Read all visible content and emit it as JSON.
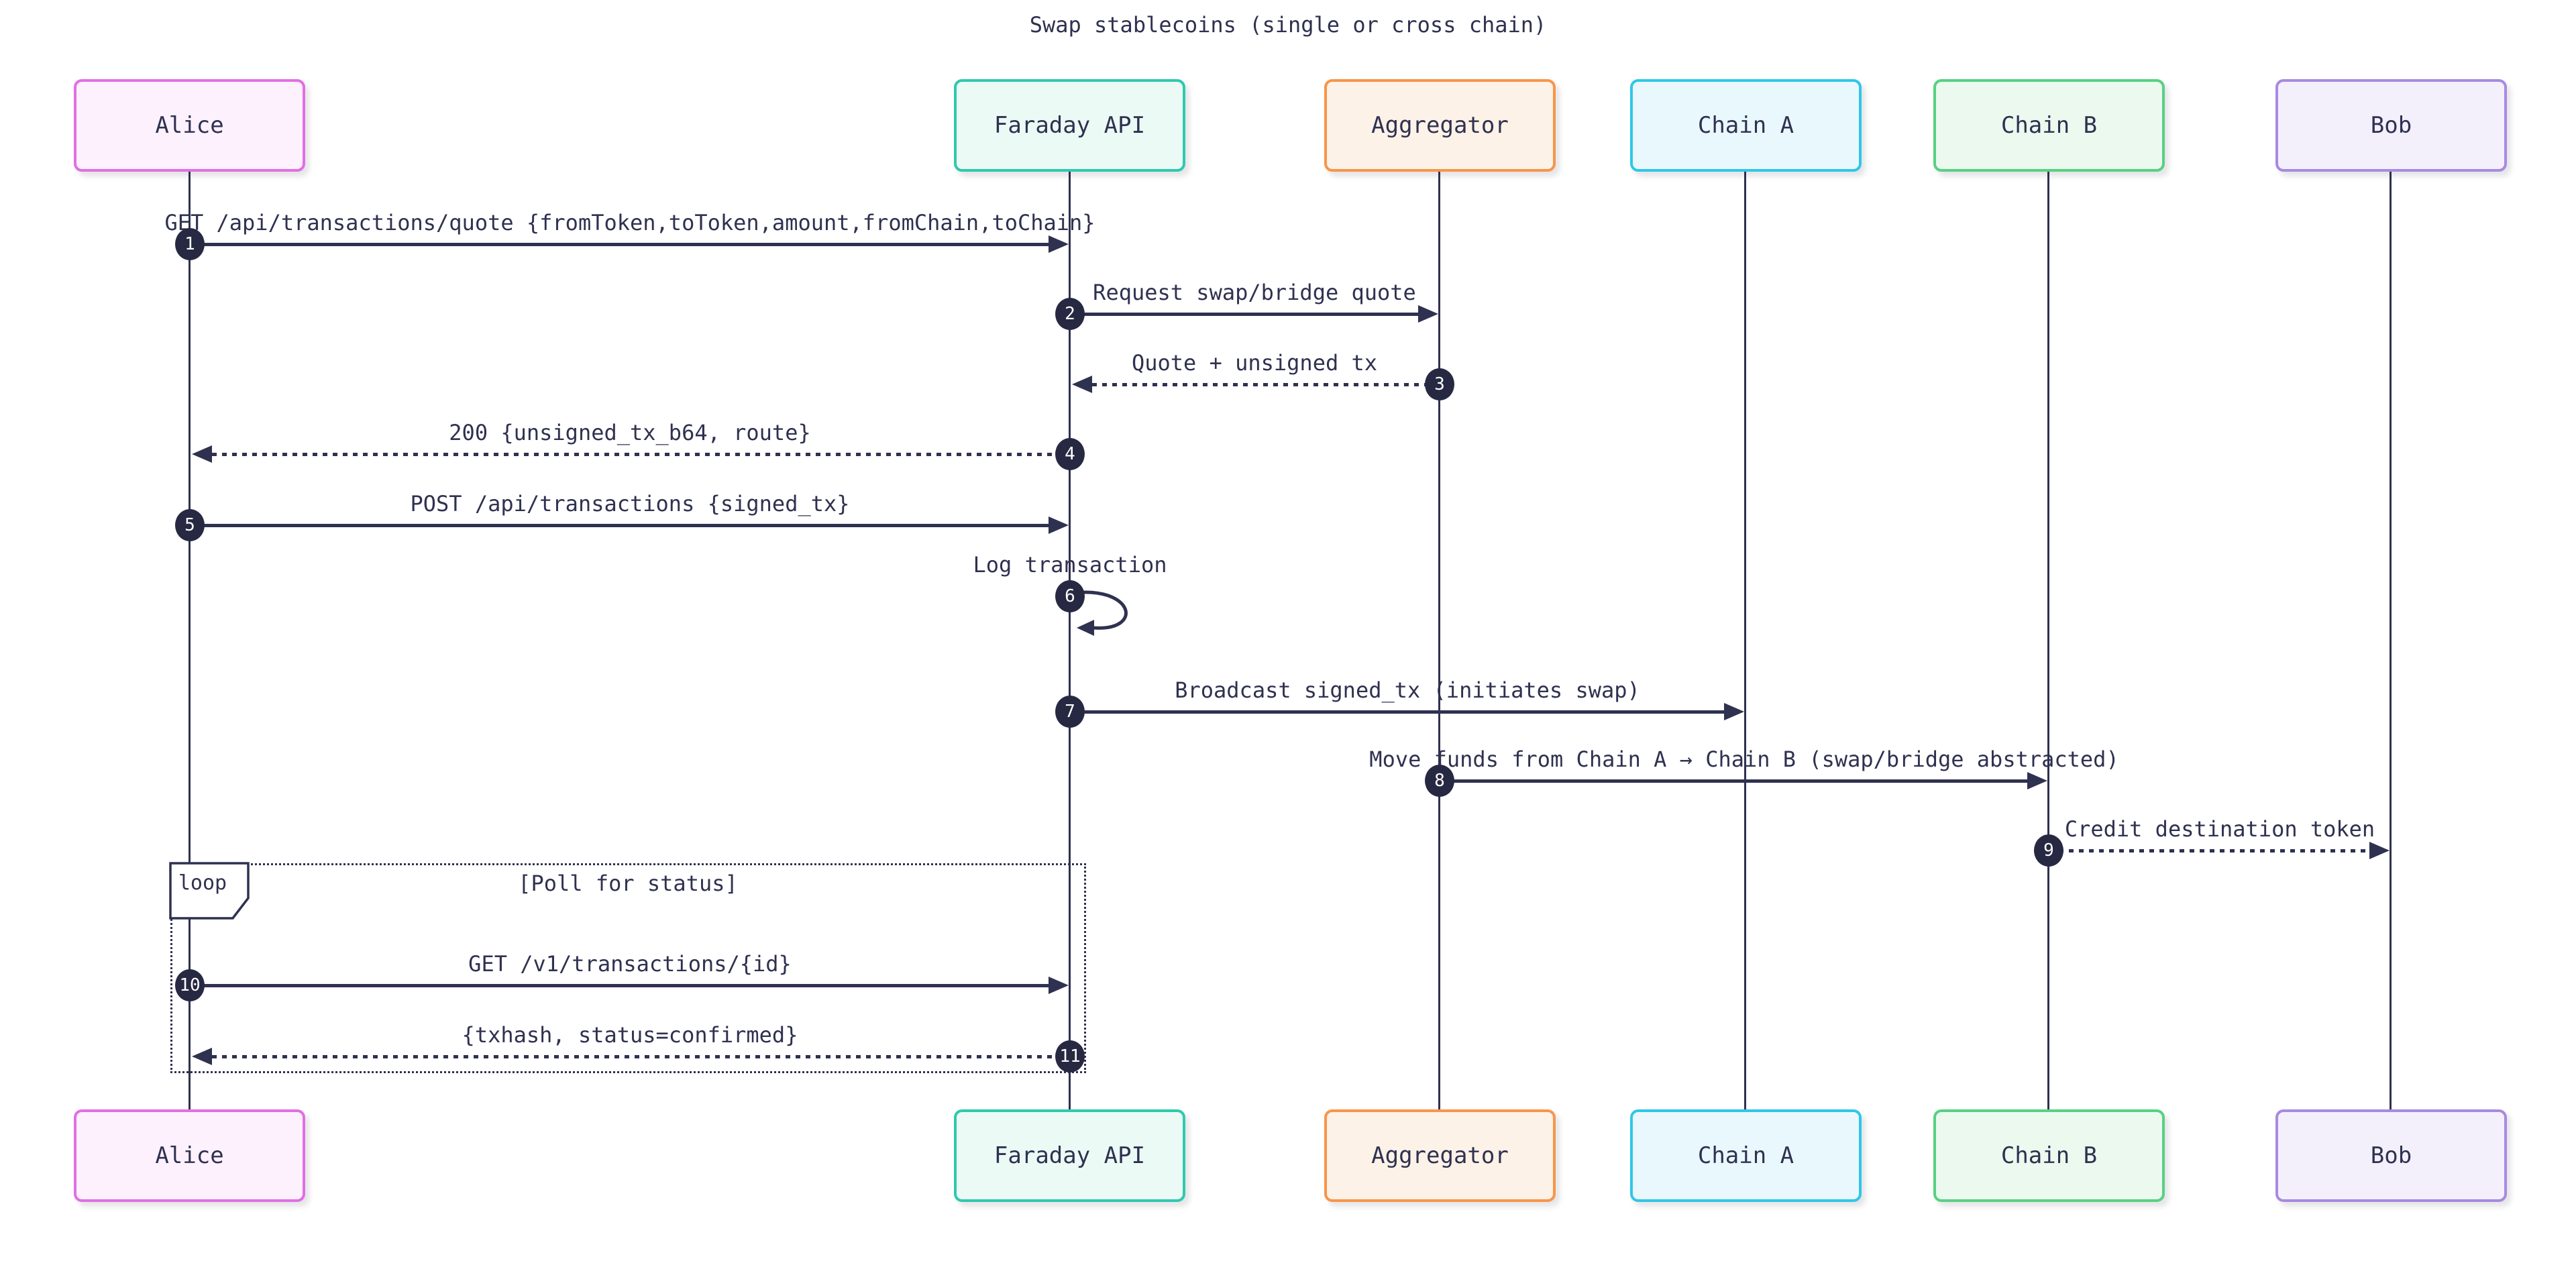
{
  "diagram": {
    "type": "sequence",
    "title": "Swap stablecoins (single or cross chain)"
  },
  "actors": [
    {
      "id": "alice",
      "label": "Alice",
      "fill": "#fdf1fd",
      "border": "#e26ee4"
    },
    {
      "id": "faraday-api",
      "label": "Faraday API",
      "fill": "#ebfaf5",
      "border": "#2fc9ae"
    },
    {
      "id": "aggregator",
      "label": "Aggregator",
      "fill": "#fdf2e7",
      "border": "#f8954a"
    },
    {
      "id": "chain-a",
      "label": "Chain A",
      "fill": "#e9f8fd",
      "border": "#2fc7e8"
    },
    {
      "id": "chain-b",
      "label": "Chain B",
      "fill": "#ebf9ef",
      "border": "#57d182"
    },
    {
      "id": "bob",
      "label": "Bob",
      "fill": "#f3f0fc",
      "border": "#a78ae2"
    }
  ],
  "messages": [
    {
      "num": "1",
      "text": "GET /api/transactions/quote {fromToken,toToken,amount,fromChain,toChain}",
      "from": "Alice",
      "to": "Faraday API",
      "line": "solid"
    },
    {
      "num": "2",
      "text": "Request swap/bridge quote",
      "from": "Faraday API",
      "to": "Aggregator",
      "line": "solid"
    },
    {
      "num": "3",
      "text": "Quote + unsigned tx",
      "from": "Aggregator",
      "to": "Faraday API",
      "line": "dotted"
    },
    {
      "num": "4",
      "text": "200 {unsigned_tx_b64, route}",
      "from": "Faraday API",
      "to": "Alice",
      "line": "dotted"
    },
    {
      "num": "5",
      "text": "POST /api/transactions {signed_tx}",
      "from": "Alice",
      "to": "Faraday API",
      "line": "solid"
    },
    {
      "num": "6",
      "text": "Log transaction",
      "from": "Faraday API",
      "to": "Faraday API",
      "line": "self"
    },
    {
      "num": "7",
      "text": "Broadcast signed_tx (initiates swap)",
      "from": "Faraday API",
      "to": "Chain A",
      "line": "solid"
    },
    {
      "num": "8",
      "text": "Move funds from Chain A → Chain B (swap/bridge abstracted)",
      "from": "Aggregator",
      "to": "Chain B",
      "line": "solid"
    },
    {
      "num": "9",
      "text": "Credit destination token",
      "from": "Chain B",
      "to": "Bob",
      "line": "dotted"
    },
    {
      "num": "10",
      "text": "GET /v1/transactions/{id}",
      "from": "Alice",
      "to": "Faraday API",
      "line": "solid"
    },
    {
      "num": "11",
      "text": "{txhash, status=confirmed}",
      "from": "Faraday API",
      "to": "Alice",
      "line": "dotted"
    }
  ],
  "loop_frame": {
    "label": "loop",
    "condition": "[Poll for status]"
  },
  "colors": {
    "background": "#ffffff",
    "line": "#2f3150",
    "text": "#2f3150",
    "number_badge": "#272942",
    "badge_text": "#ffffff"
  }
}
